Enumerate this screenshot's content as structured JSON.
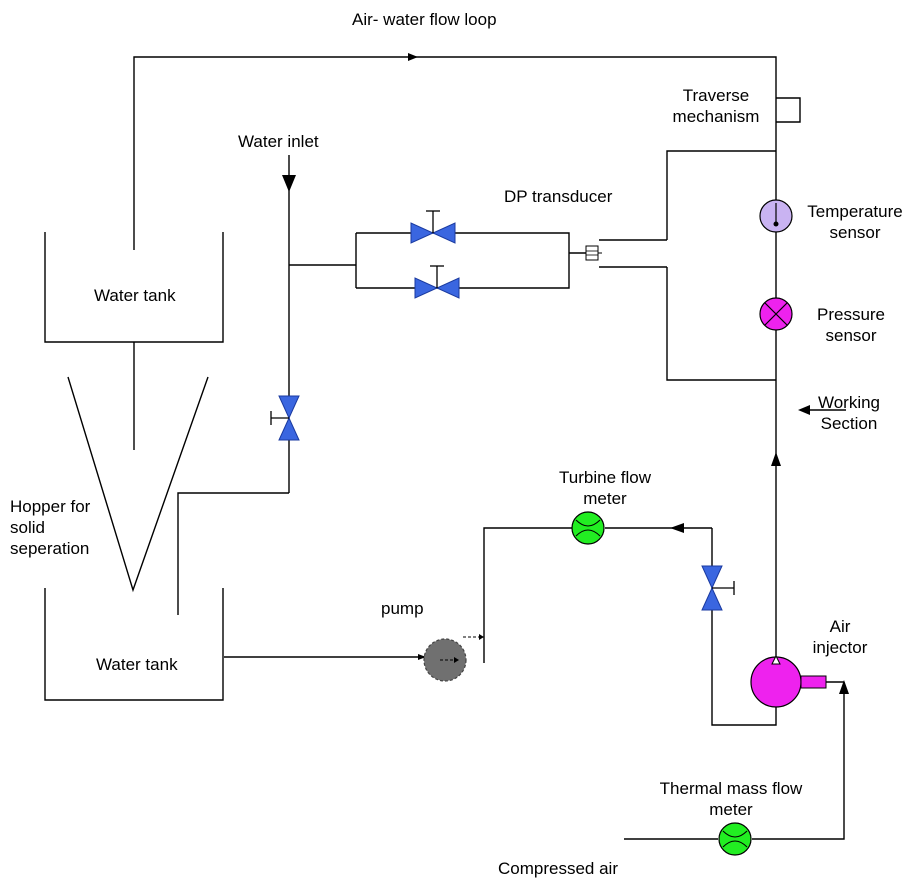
{
  "labels": {
    "loop_title": "Air- water flow loop",
    "traverse_line1": "Traverse",
    "traverse_line2": "mechanism",
    "water_inlet": "Water inlet",
    "dp_transducer": "DP transducer",
    "temperature_line1": "Temperature",
    "temperature_line2": "sensor",
    "pressure_line1": "Pressure",
    "pressure_line2": "sensor",
    "working_line1": "Working",
    "working_line2": "Section",
    "water_tank_top": "Water tank",
    "water_tank_bottom": "Water tank",
    "hopper_line1": "Hopper for",
    "hopper_line2": "solid",
    "hopper_line3": "seperation",
    "turbine_line1": "Turbine flow",
    "turbine_line2": "meter",
    "pump": "pump",
    "air_injector_line1": "Air",
    "air_injector_line2": "injector",
    "thermal_line1": "Thermal mass flow",
    "thermal_line2": "meter",
    "compressed_air": "Compressed air"
  },
  "colors": {
    "valve": "#3a66e0",
    "temperature_sensor": "#c9b3f2",
    "pressure_sensor": "#ee22ee",
    "flow_meter": "#22ee22",
    "pump": "#707070",
    "air_injector": "#ee22ee"
  },
  "icons": {
    "valve": "gate-valve-icon",
    "temperature_sensor": "thermometer-gauge-icon",
    "pressure_sensor": "pressure-gauge-icon",
    "flow_meter": "flow-meter-icon",
    "pump": "pump-icon",
    "air_injector": "air-injector-icon",
    "dp_transducer": "dp-transducer-icon"
  }
}
